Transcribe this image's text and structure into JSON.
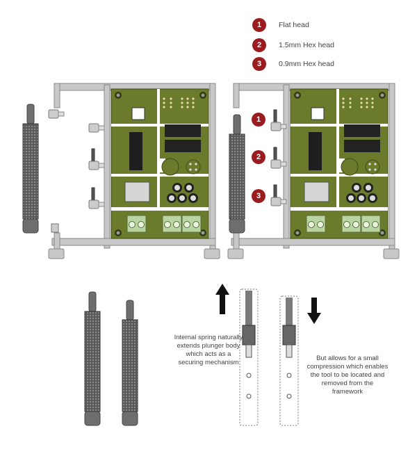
{
  "legend": [
    {
      "number": "1",
      "label": "Flat head"
    },
    {
      "number": "2",
      "label": "1.5mm Hex head"
    },
    {
      "number": "3",
      "label": "0.9mm Hex head"
    }
  ],
  "callouts": [
    "1",
    "2",
    "3"
  ],
  "notes": {
    "extend": "Internal spring naturally extends plunger body which acts as a securing mechanism",
    "compress": "But allows for a small compression which enables the tool to be located and removed from the framework"
  },
  "colors": {
    "marker": "#9b1c1f",
    "pcb": "#6b7b2c",
    "frame": "#c8c8c8",
    "terminal": "#b9d5a2"
  }
}
